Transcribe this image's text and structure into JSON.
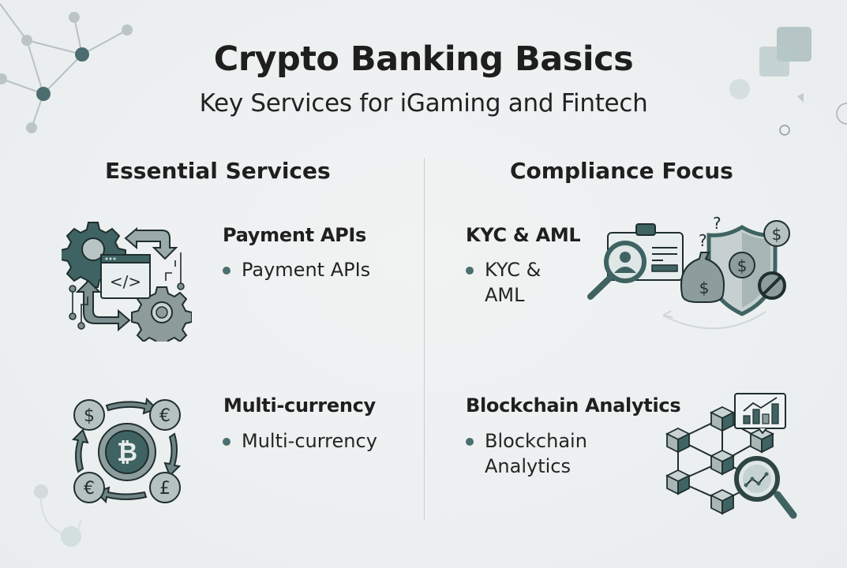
{
  "header": {
    "title": "Crypto Banking Basics",
    "subtitle": "Key Services for iGaming and Fintech"
  },
  "columns": [
    {
      "heading": "Essential Services",
      "items": [
        {
          "title": "Payment APIs",
          "bullet": "Payment APIs",
          "icon": "api-gears-code-icon"
        },
        {
          "title": "Multi-currency",
          "bullet": "Multi-currency",
          "icon": "currency-exchange-bitcoin-icon"
        }
      ]
    },
    {
      "heading": "Compliance Focus",
      "items": [
        {
          "title": "KYC & AML",
          "bullet_lines": [
            "KYC &",
            "AML"
          ],
          "icon": "kyc-aml-shield-icon"
        },
        {
          "title": "Blockchain Analytics",
          "bullet_lines": [
            "Blockchain",
            "Analytics"
          ],
          "icon": "blockchain-analytics-icon"
        }
      ]
    }
  ],
  "icon_glyphs": {
    "currency": [
      "$",
      "€",
      "£",
      "€",
      "₿"
    ],
    "code": "</>",
    "question": "?"
  },
  "colors": {
    "background": "#eceff0",
    "accent_dark": "#3f6362",
    "accent_mid": "#8fa3a3",
    "accent_light": "#c7d0d0",
    "text": "#1f1f1f",
    "bullet": "#4a6f6e"
  }
}
